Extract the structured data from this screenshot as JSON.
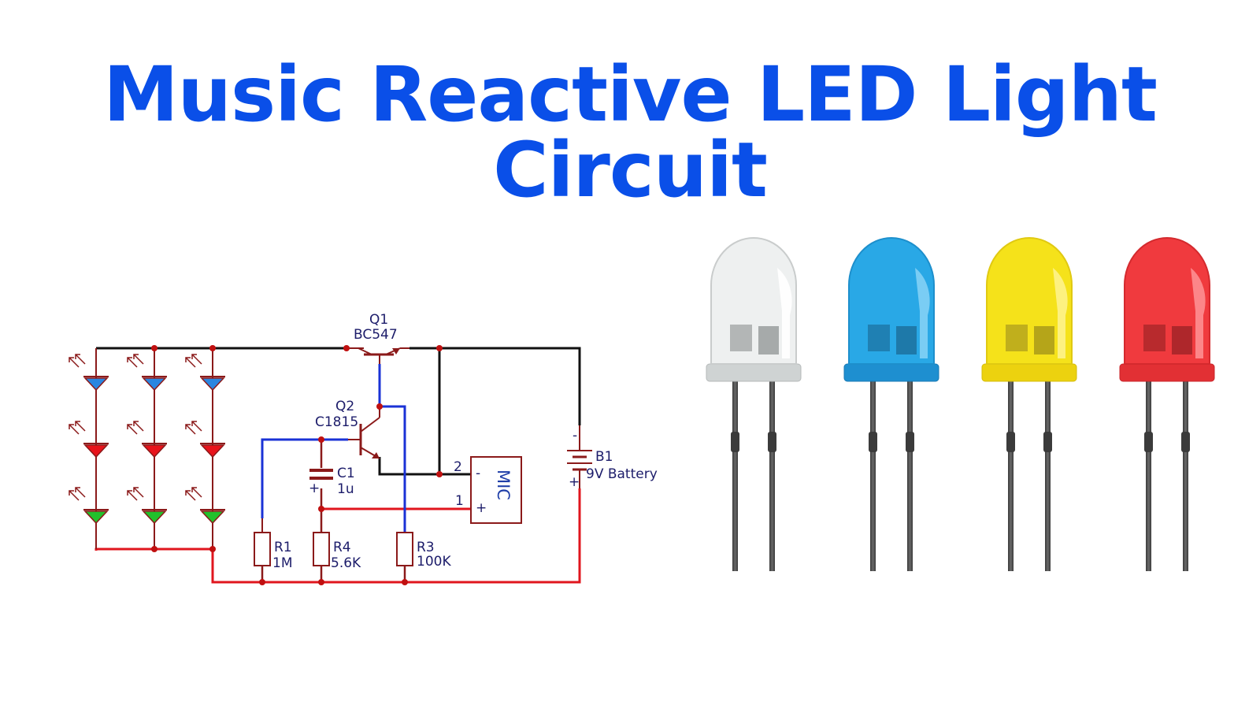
{
  "title": "Music Reactive LED Light Circuit",
  "components": {
    "q1": {
      "ref": "Q1",
      "value": "BC547"
    },
    "q2": {
      "ref": "Q2",
      "value": "C1815"
    },
    "c1": {
      "ref": "C1",
      "value": "1u",
      "polarity": "+"
    },
    "r1": {
      "ref": "R1",
      "value": "1M"
    },
    "r4": {
      "ref": "R4",
      "value": "5.6K"
    },
    "r3": {
      "ref": "R3",
      "value": "100K"
    },
    "b1": {
      "ref": "B1",
      "value": "9V Battery",
      "minus": "-",
      "plus": "+"
    },
    "mic": {
      "label": "MIC",
      "pin_minus_num": "2",
      "pin_minus": "-",
      "pin_plus_num": "1",
      "pin_plus": "+"
    }
  },
  "led_rows": [
    "blue",
    "red",
    "green"
  ],
  "led_columns": 3,
  "leds": [
    {
      "color": "white",
      "hex": "#e8ecec"
    },
    {
      "color": "blue",
      "hex": "#29a8e6"
    },
    {
      "color": "yellow",
      "hex": "#f5e21a"
    },
    {
      "color": "red",
      "hex": "#f03a3e"
    }
  ],
  "colors": {
    "title": "#0a4fe8",
    "wire_black": "#111111",
    "wire_red": "#e0161e",
    "wire_blue": "#1a32d6",
    "component": "#8b1a1a",
    "led_blue": "#2a86e0",
    "led_red": "#e8131b",
    "led_green": "#22c12c"
  }
}
